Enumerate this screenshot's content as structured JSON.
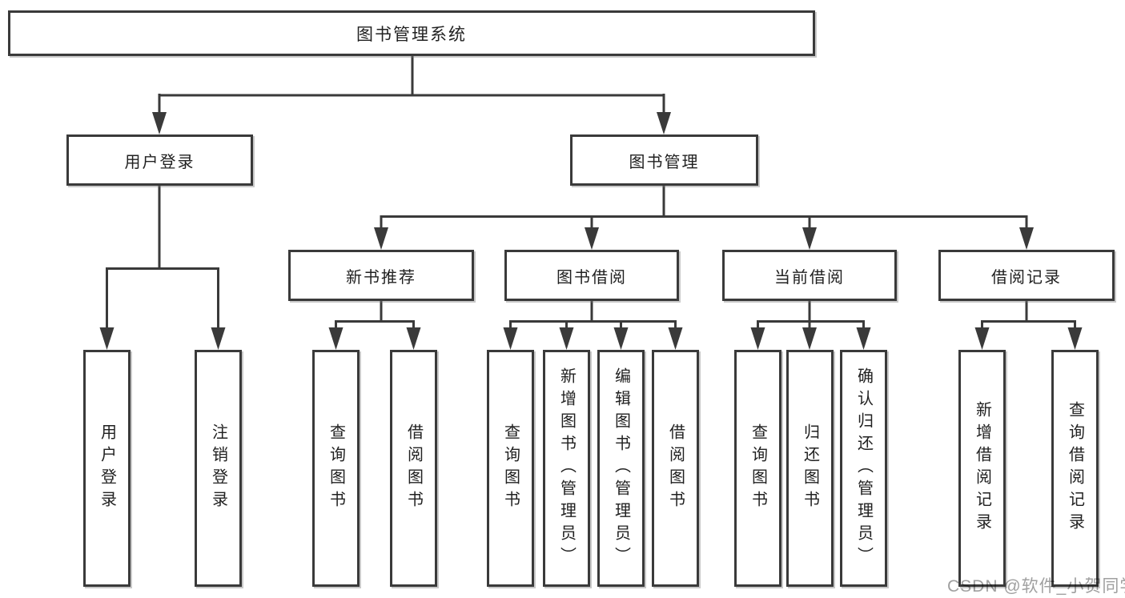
{
  "diagram": {
    "title": "图书管理系统",
    "branches": {
      "user_login": {
        "label": "用户登录",
        "children": [
          "用户登录",
          "注销登录"
        ]
      },
      "book_management": {
        "label": "图书管理",
        "children": {
          "new_book_recommend": {
            "label": "新书推荐",
            "children": [
              "查询图书",
              "借阅图书"
            ]
          },
          "book_borrow": {
            "label": "图书借阅",
            "children": [
              "查询图书",
              "新增图书（管理员）",
              "编辑图书（管理员）",
              "借阅图书"
            ]
          },
          "current_borrow": {
            "label": "当前借阅",
            "children": [
              "查询图书",
              "归还图书",
              "确认归还（管理员）"
            ]
          },
          "borrow_record": {
            "label": "借阅记录",
            "children": [
              "新增借阅记录",
              "查询借阅记录"
            ]
          }
        }
      }
    }
  },
  "watermark": {
    "text": "CSDN @软件_小贺同学",
    "color": "#a0a0a0"
  },
  "colors": {
    "line": "#3a3a3a",
    "text": "#212121",
    "background": "#ffffff"
  }
}
